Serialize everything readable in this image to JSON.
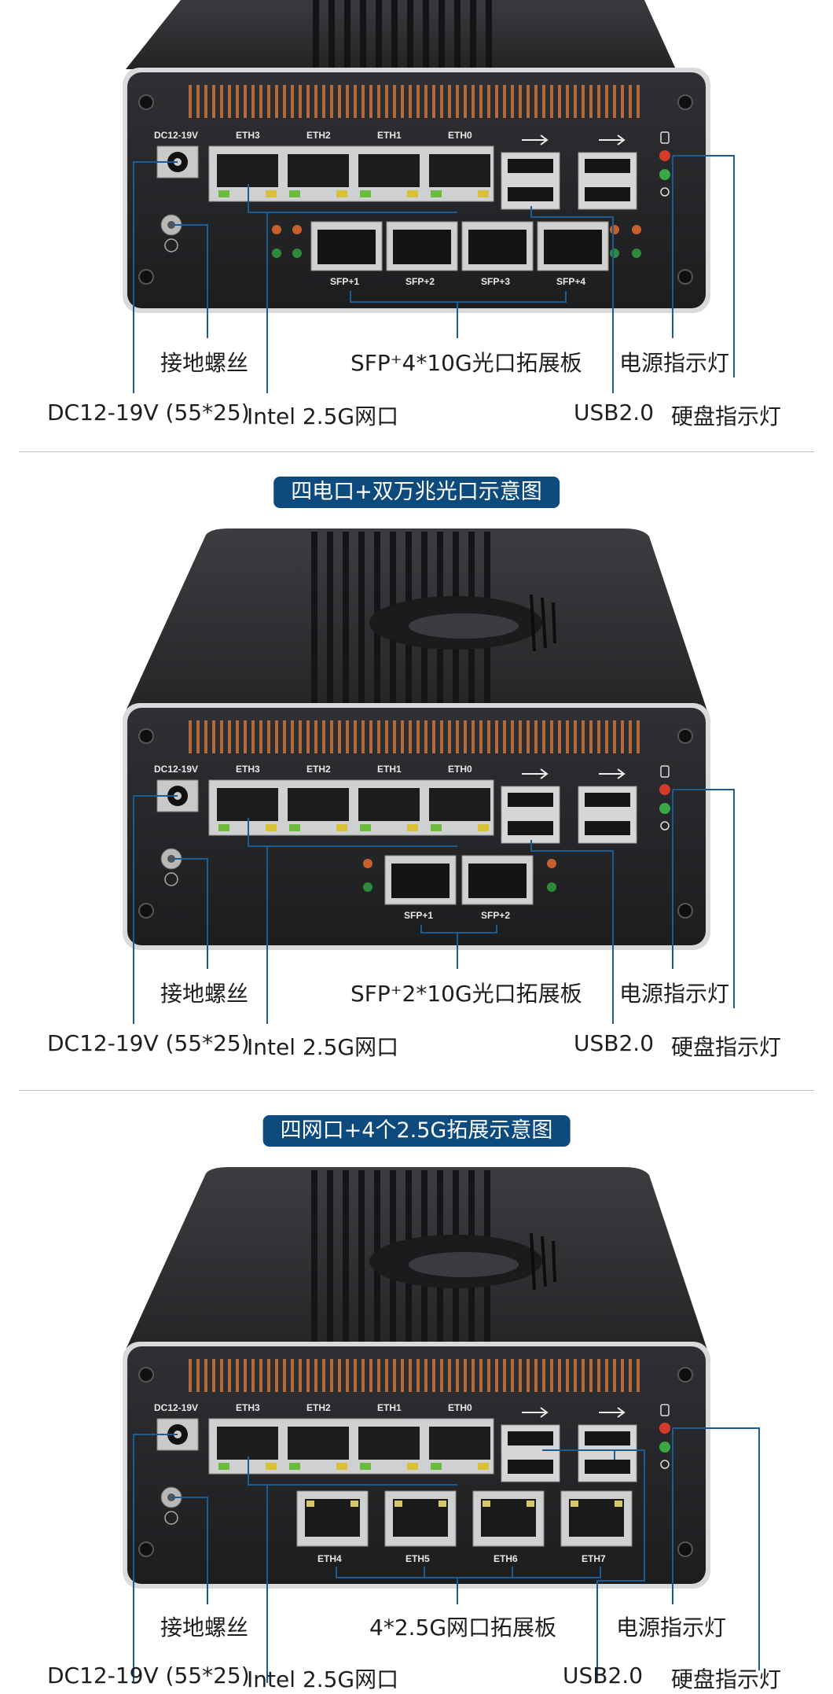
{
  "sections": [
    {
      "title": "",
      "expansion_label": "SFP⁺4*10G光口拓展板",
      "sfp_ports": [
        "SFP+1",
        "SFP+2",
        "SFP+3",
        "SFP+4"
      ]
    },
    {
      "title": "四电口+双万兆光口示意图",
      "expansion_label": "SFP⁺2*10G光口拓展板",
      "sfp_ports": [
        "SFP+1",
        "SFP+2"
      ]
    },
    {
      "title": "四网口+4个2.5G拓展示意图",
      "expansion_label": "4*2.5G网口拓展板",
      "eth_ports": [
        "ETH4",
        "ETH5",
        "ETH6",
        "ETH7"
      ]
    }
  ],
  "panel": {
    "dc_port": "DC12-19V",
    "eth_ports": [
      "ETH3",
      "ETH2",
      "ETH1",
      "ETH0"
    ]
  },
  "callouts": {
    "ground_screw": "接地螺丝",
    "dc_input": "DC12-19V (55*25)",
    "intel_lan": "Intel 2.5G网口",
    "usb": "USB2.0",
    "power_led": "电源指示灯",
    "hdd_led": "硬盘指示灯"
  },
  "colors": {
    "title_bg": "#0d4a7e",
    "leader_line": "#1b5c95",
    "chassis": "#2b2c2e",
    "copper_fin": "#b06a3c"
  }
}
